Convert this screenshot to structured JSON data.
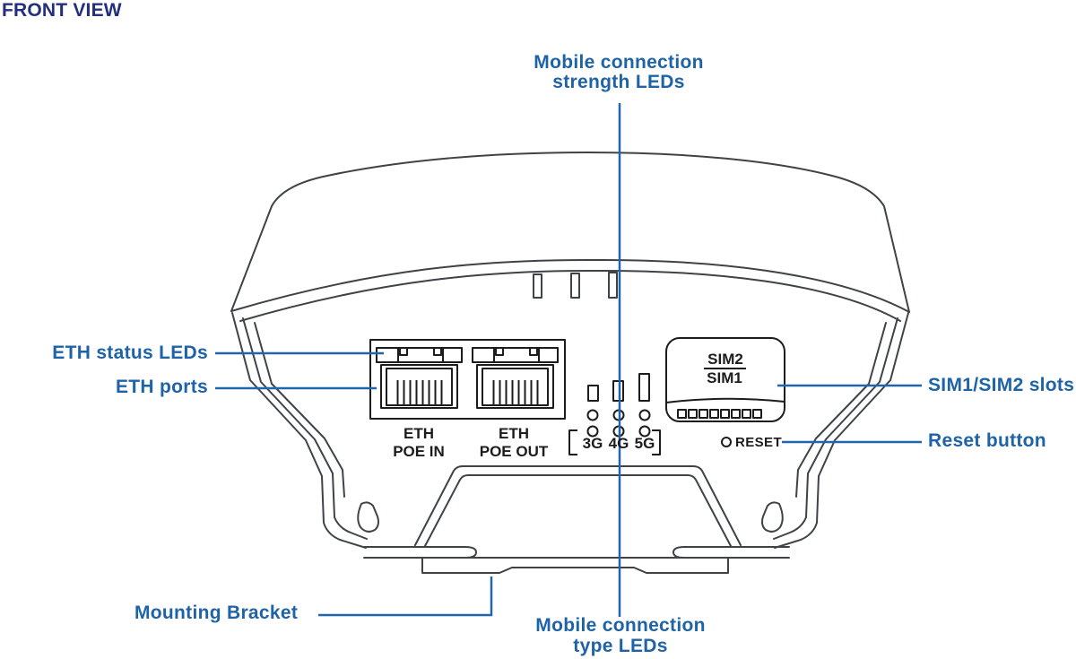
{
  "title": "FRONT VIEW",
  "callouts": {
    "strength_leds": {
      "line1": "Mobile connection",
      "line2": "strength LEDs"
    },
    "eth_status_leds": "ETH status LEDs",
    "eth_ports": "ETH ports",
    "sim_slots": "SIM1/SIM2 slots",
    "reset_button": "Reset button",
    "mounting_bracket": "Mounting Bracket",
    "type_leds": {
      "line1": "Mobile connection",
      "line2": "type LEDs"
    }
  },
  "device_text": {
    "port1": {
      "line1": "ETH",
      "line2": "POE IN"
    },
    "port2": {
      "line1": "ETH",
      "line2": "POE OUT"
    },
    "led_3g": "3G",
    "led_4g": "4G",
    "led_5g": "5G",
    "sim_top": "SIM2",
    "sim_bottom": "SIM1",
    "reset": "RESET"
  },
  "colors": {
    "title": "#232e7e",
    "callout": "#1e63a8",
    "leader": "#2166ab",
    "outline": "#3f4347",
    "ink": "#1c1c1c"
  }
}
